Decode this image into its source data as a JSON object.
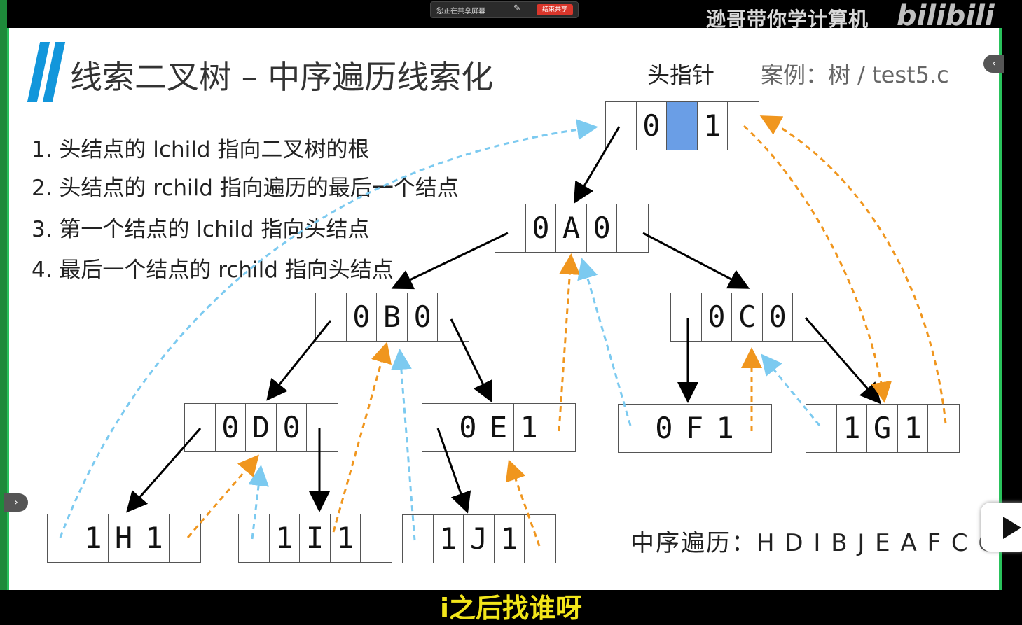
{
  "share_bar": {
    "status": "您正在共享屏幕",
    "stop_label": "结束共享"
  },
  "watermark": {
    "channel": "逊哥带你学计算机",
    "logo": "bilibili"
  },
  "slide": {
    "title": "线索二叉树 – 中序遍历线索化",
    "head_pointer_label": "头指针",
    "case_label": "案例：树 / test5.c",
    "rules": [
      "1. 头结点的 lchild 指向二叉树的根",
      "2. 头结点的 rchild 指向遍历的最后一个结点",
      "3. 第一个结点的 lchild 指向头结点",
      "4. 最后一个结点的 rchild 指向头结点"
    ],
    "inorder_label": "中序遍历：",
    "inorder_sequence": "H D I B J E A F C G"
  },
  "nodes": [
    {
      "id": "head",
      "cells": [
        "",
        "0",
        "",
        "1",
        ""
      ]
    },
    {
      "id": "A",
      "cells": [
        "",
        "0",
        "A",
        "0",
        ""
      ]
    },
    {
      "id": "B",
      "cells": [
        "",
        "0",
        "B",
        "0",
        ""
      ]
    },
    {
      "id": "C",
      "cells": [
        "",
        "0",
        "C",
        "0",
        ""
      ]
    },
    {
      "id": "D",
      "cells": [
        "",
        "0",
        "D",
        "0",
        ""
      ]
    },
    {
      "id": "E",
      "cells": [
        "",
        "0",
        "E",
        "1",
        ""
      ]
    },
    {
      "id": "F",
      "cells": [
        "",
        "0",
        "F",
        "1",
        ""
      ]
    },
    {
      "id": "G",
      "cells": [
        "",
        "1",
        "G",
        "1",
        ""
      ]
    },
    {
      "id": "H",
      "cells": [
        "",
        "1",
        "H",
        "1",
        ""
      ]
    },
    {
      "id": "I",
      "cells": [
        "",
        "1",
        "I",
        "1",
        ""
      ]
    },
    {
      "id": "J",
      "cells": [
        "",
        "1",
        "J",
        "1",
        ""
      ]
    }
  ],
  "colors": {
    "accent": "#1296db",
    "thread_pred": "#7ccaf0",
    "thread_succ": "#f0961e",
    "highlight": "#6a9ee6",
    "subtitle": "#f2e51a"
  },
  "subtitle": "i之后找谁呀",
  "icons": [
    "signal-icon",
    "pen-icon",
    "chevron-left-icon",
    "chevron-right-icon",
    "play-icon"
  ]
}
